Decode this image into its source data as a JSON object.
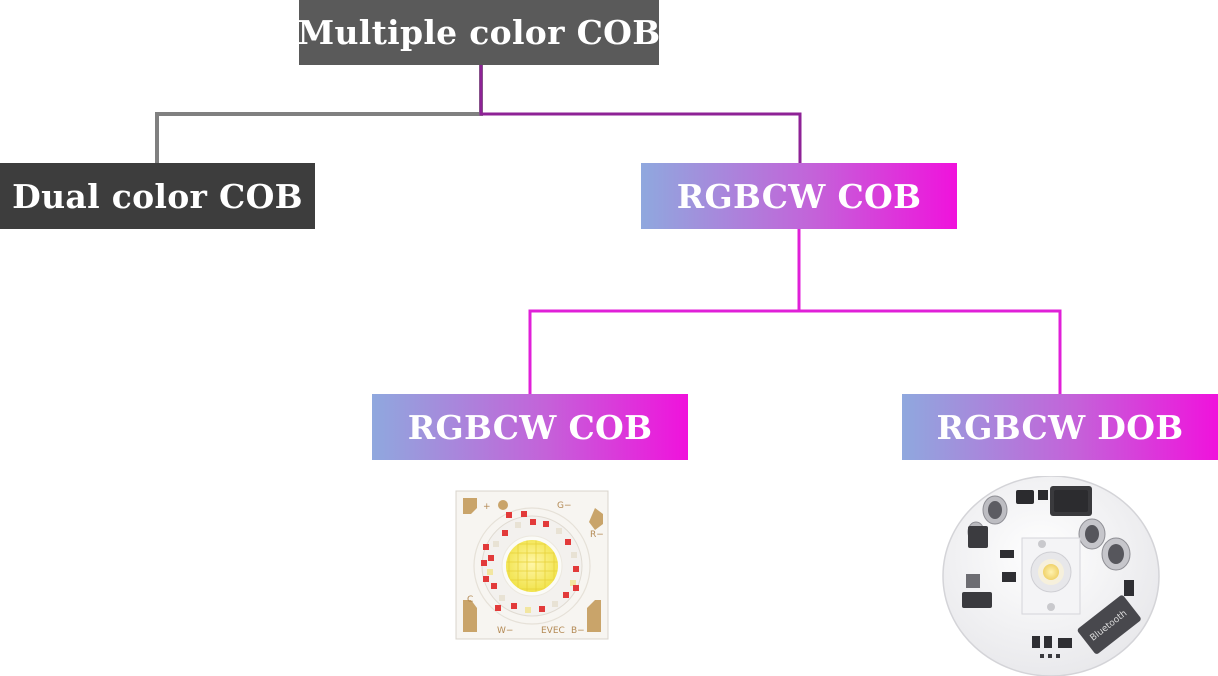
{
  "diagram": {
    "root": "Multiple color COB",
    "level1": {
      "left": "Dual color COB",
      "right": "RGBCW COB"
    },
    "level2": {
      "left": "RGBCW COB",
      "right": "RGBCW DOB"
    }
  },
  "cob_chip": {
    "labels": {
      "plus": "+",
      "g": "G−",
      "r": "R−",
      "c": "C",
      "w": "W−",
      "brand": "EVEC",
      "b": "B−"
    }
  },
  "dob_module": {
    "labels": {
      "bluetooth": "Bluetooth"
    }
  },
  "colors": {
    "root_box": "#5a5a5a",
    "dual_box": "#3d3d3d",
    "gradient_start": "#8fa8de",
    "gradient_end": "#f012dc",
    "gray_line": "#808080",
    "purple_line": "#8e2296",
    "magenta_line": "#e020d8"
  }
}
